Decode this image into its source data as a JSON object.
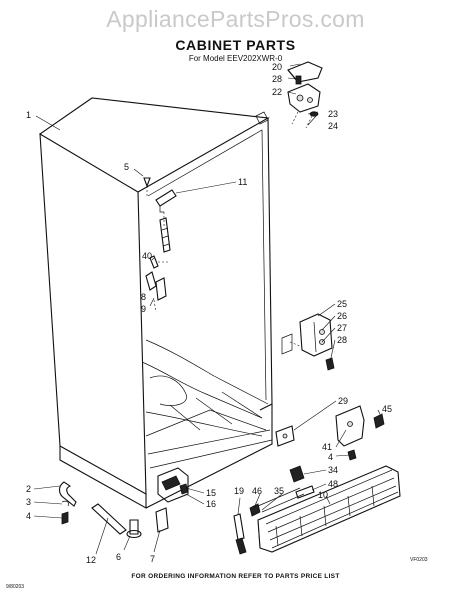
{
  "watermark": "AppliancePartsPros.com",
  "title": "CABINET PARTS",
  "subtitle": "For Model EEV202XWR-0",
  "footer": "FOR ORDERING INFORMATION REFER TO PARTS PRICE LIST",
  "code_bottom_left": "9/80203",
  "code_bottom_right": "VF0203",
  "callouts": {
    "c1": "1",
    "c2": "2",
    "c3": "3",
    "c4a": "4",
    "c4b": "4",
    "c5": "5",
    "c6": "6",
    "c7": "7",
    "c8": "8",
    "c9": "9",
    "c10": "10",
    "c11": "11",
    "c12": "12",
    "c15": "15",
    "c16": "16",
    "c19": "19",
    "c20": "20",
    "c22": "22",
    "c23": "23",
    "c24": "24",
    "c25": "25",
    "c26": "26",
    "c27": "27",
    "c28a": "28",
    "c28b": "28",
    "c29": "29",
    "c34": "34",
    "c35": "35",
    "c40": "40",
    "c41": "41",
    "c45": "45",
    "c46": "46",
    "c48": "48"
  }
}
